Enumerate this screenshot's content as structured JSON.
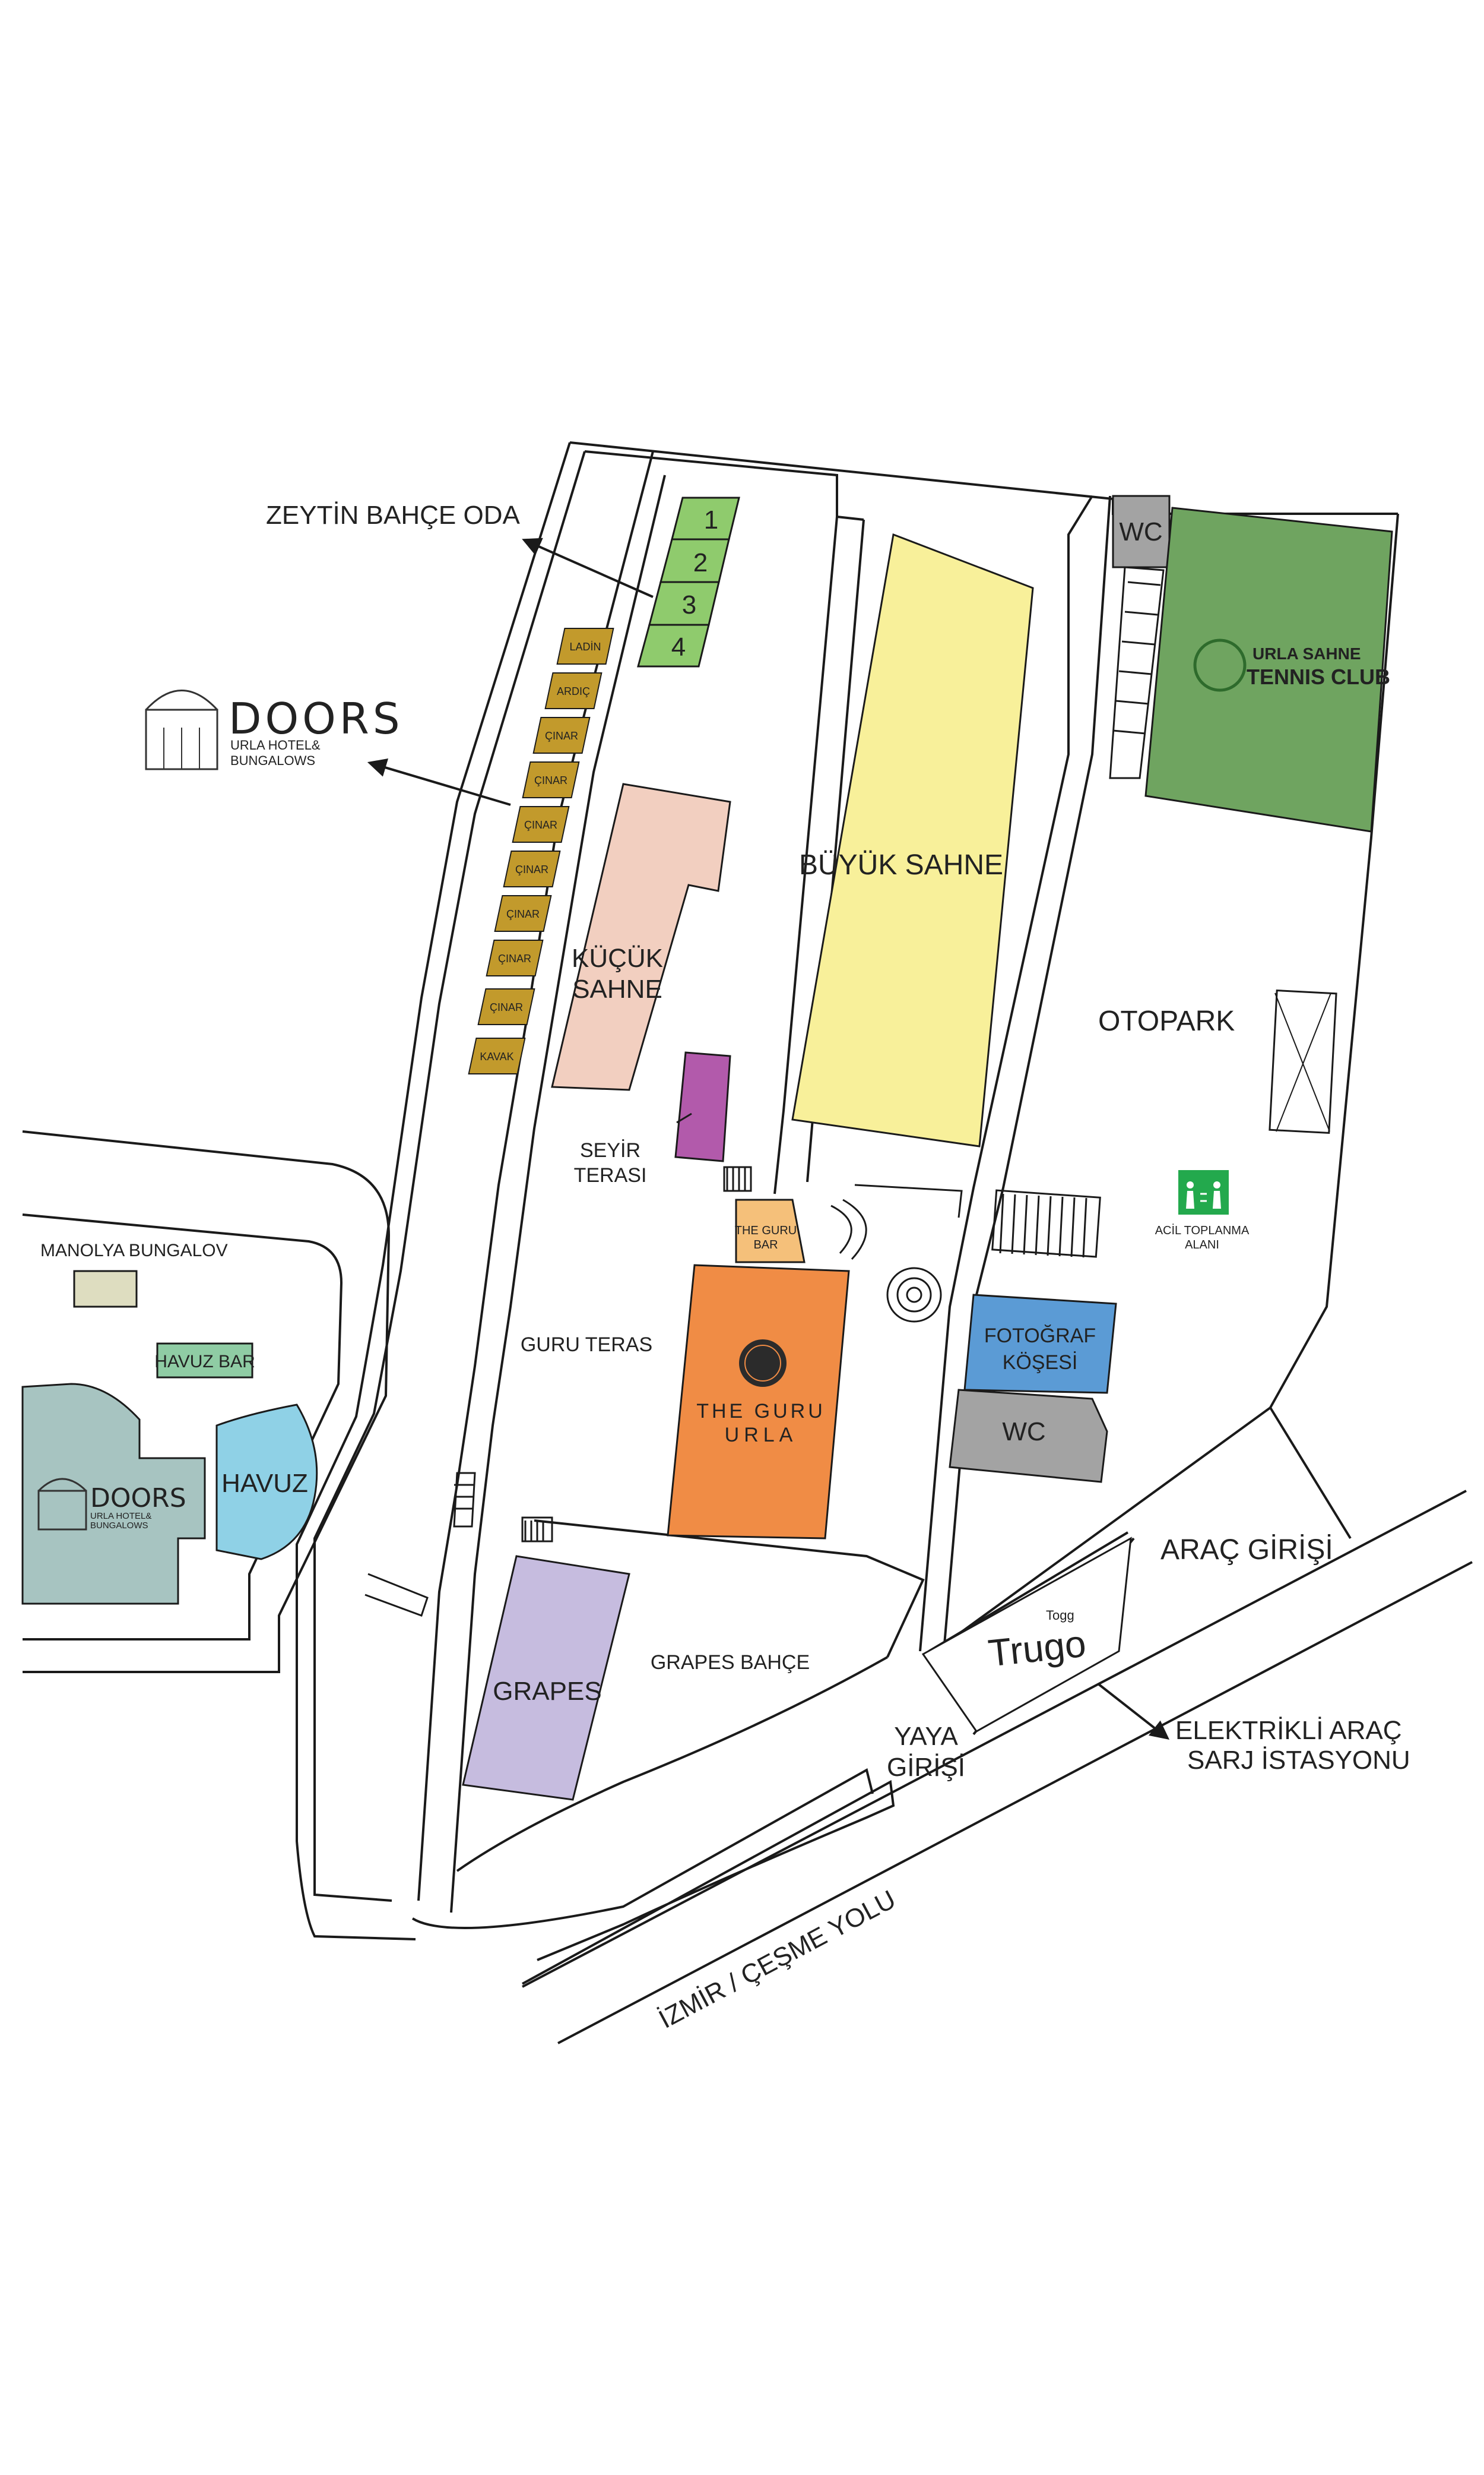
{
  "map": {
    "labels": {
      "zeytin_bahce_oda": "ZEYTİN BAHÇE ODA",
      "doors_brand": "DOORS",
      "doors_tagline_1": "URLA HOTEL&",
      "doors_tagline_2": "BUNGALOWS",
      "wc_top": "WC",
      "tennis_line1": "URLA SAHNE",
      "tennis_line2": "TENNIS CLUB",
      "buyuk_sahne": "BÜYÜK SAHNE",
      "kucuk_sahne_1": "KÜÇÜK",
      "kucuk_sahne_2": "SAHNE",
      "otopark": "OTOPARK",
      "seyir_terasi_1": "SEYİR",
      "seyir_terasi_2": "TERASI",
      "guru_bar_1": "THE GURU",
      "guru_bar_2": "BAR",
      "acil_1": "ACİL TOPLANMA",
      "acil_2": "ALANI",
      "manolya": "MANOLYA BUNGALOV",
      "havuz_bar": "HAVUZ BAR",
      "guru_teras": "GURU TERAS",
      "fotograf_1": "FOTOĞRAF",
      "fotograf_2": "KÖŞESİ",
      "wc_bottom": "WC",
      "guru_urla_1": "THE GURU",
      "guru_urla_2": "URLA",
      "havuz": "HAVUZ",
      "arac_girisi": "ARAÇ GİRİŞİ",
      "grapes_bahce": "GRAPES BAHÇE",
      "grapes": "GRAPES",
      "yaya_1": "YAYA",
      "yaya_2": "GİRİŞİ",
      "togg": "Togg",
      "trugo": "Trugo",
      "elektrikli_1": "ELEKTRİKLİ ARAÇ",
      "elektrikli_2": "SARJ İSTASYONU",
      "izmir_cesme": "İZMİR / ÇEŞME YOLU"
    },
    "rooms": [
      "1",
      "2",
      "3",
      "4"
    ],
    "bungalows": [
      "LADİN",
      "ARDIÇ",
      "ÇINAR",
      "ÇINAR",
      "ÇINAR",
      "ÇINAR",
      "ÇINAR",
      "ÇINAR",
      "ÇINAR",
      "KAVAK"
    ]
  },
  "colors": {
    "rooms": "#8fcb6d",
    "bungalows": "#c29a2c",
    "tennis": "#6fa460",
    "tennis_text": "#2e6b2c",
    "wc": "#a3a3a3",
    "buyuk_sahne": "#f8f09a",
    "kucuk_sahne": "#f2cfc0",
    "seyir": "#b25aab",
    "guru_bar": "#f5c07a",
    "guru_urla": "#f08c45",
    "fotograf": "#5b9bd5",
    "grapes": "#c6bcdf",
    "havuz": "#8fd1e6",
    "havuz_bar": "#8fcca4",
    "manolya": "#deddc0",
    "doors_building": "#a7c4c1",
    "acil_sign": "#23a94d",
    "trugo": "#3c9fd8"
  },
  "icons": [
    "arrow-icon",
    "stairs-icon",
    "emergency-assembly-icon",
    "tennis-racket-icon",
    "doors-window-icon",
    "guru-seal-icon",
    "fountain-icon"
  ]
}
